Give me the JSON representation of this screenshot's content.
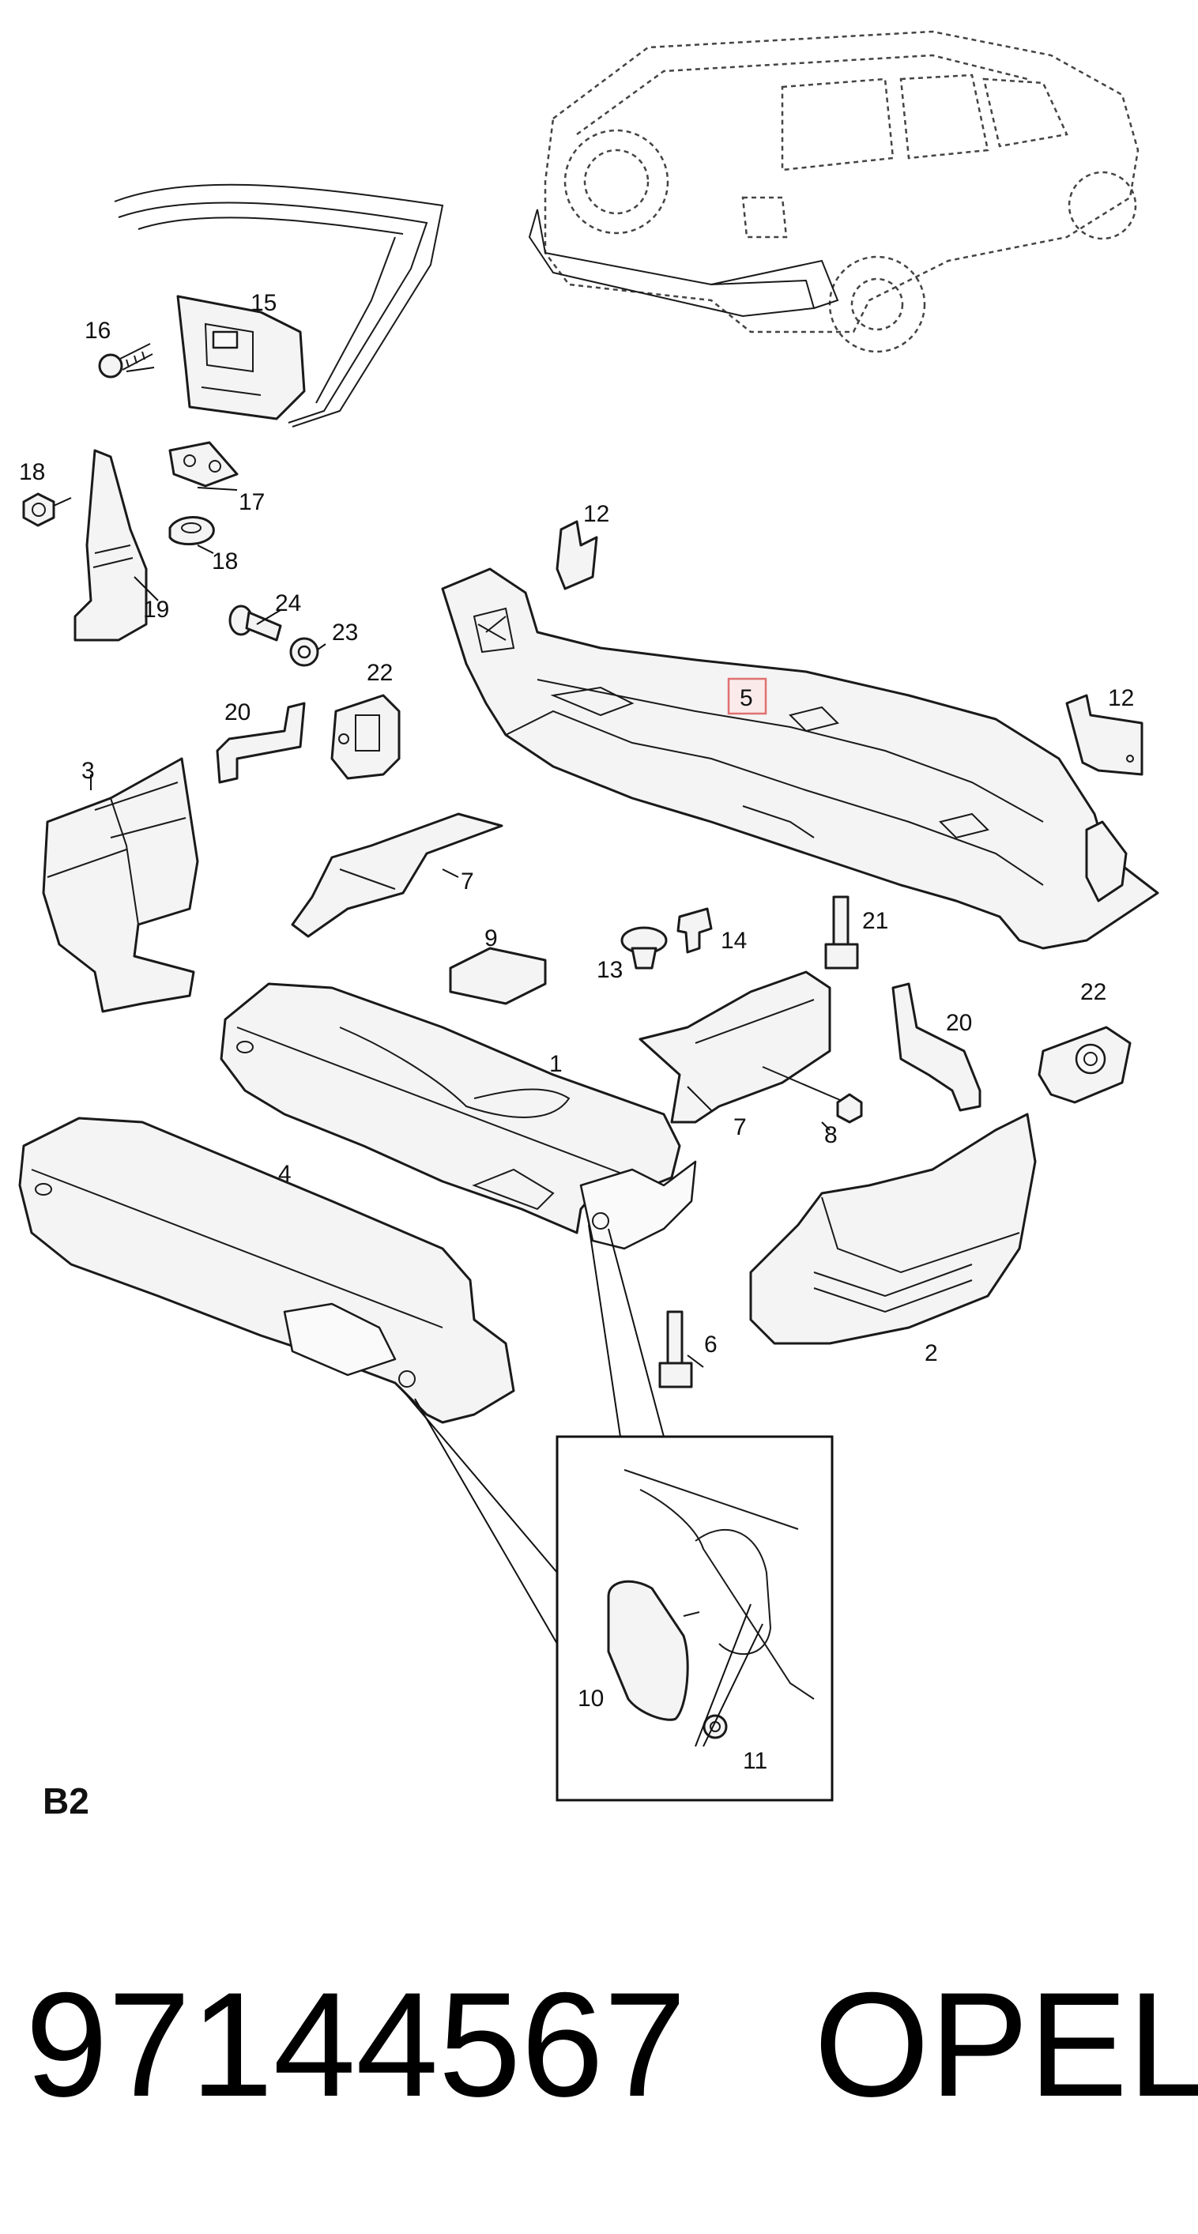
{
  "diagram": {
    "callouts": [
      "1",
      "2",
      "3",
      "4",
      "5",
      "6",
      "7",
      "7",
      "8",
      "9",
      "10",
      "11",
      "12",
      "12",
      "13",
      "14",
      "15",
      "16",
      "17",
      "18",
      "18",
      "19",
      "20",
      "20",
      "21",
      "22",
      "22",
      "23",
      "24"
    ],
    "highlighted_callout": "5",
    "sheet_label": "B2"
  },
  "footer": {
    "part_number": "97144567",
    "brand": "OPEL"
  },
  "colors": {
    "line": "#1a1a1a",
    "highlight_border": "#e07070",
    "highlight_fill": "#fbeaea"
  }
}
